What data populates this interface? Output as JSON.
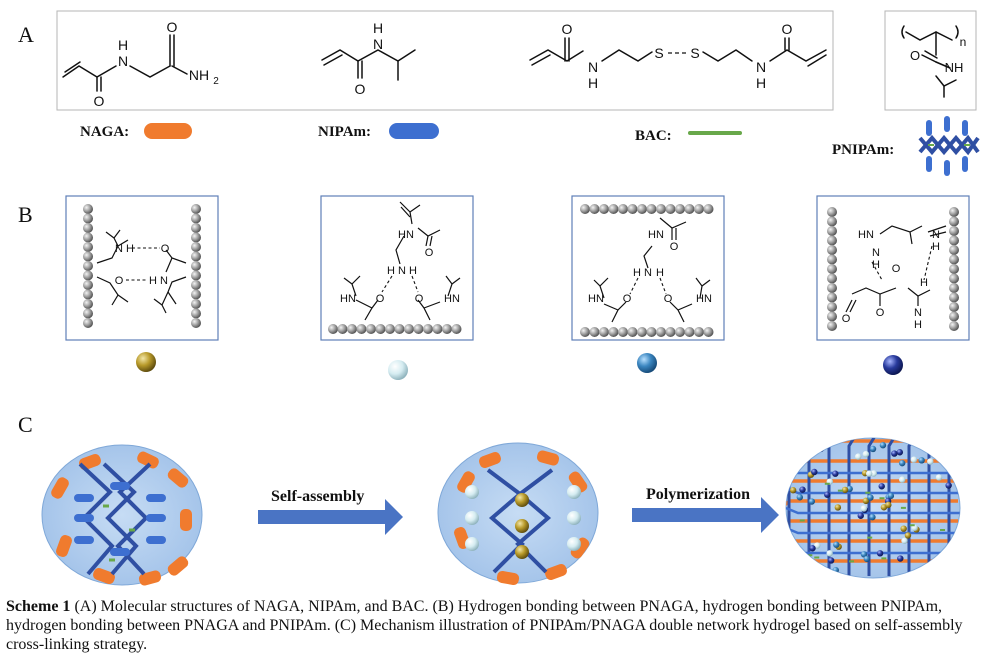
{
  "panels": {
    "a": {
      "letter": "A"
    },
    "b": {
      "letter": "B"
    },
    "c": {
      "letter": "C"
    }
  },
  "molecules": {
    "naga": {
      "nh": "N",
      "h": "H",
      "o1": "O",
      "o2": "O",
      "nh2": "NH",
      "sub2": "2"
    },
    "nipam": {
      "h": "H",
      "n": "N",
      "o": "O"
    },
    "bac": {
      "o1": "O",
      "o2": "O",
      "n1": "N",
      "h1": "H",
      "s1": "S",
      "s2": "S",
      "n2": "N",
      "h2": "H"
    },
    "pnipam": {
      "n": "n",
      "o": "O",
      "nh": "NH"
    }
  },
  "legend": {
    "naga": "NAGA:",
    "nipam": "NIPAm:",
    "bac": "BAC:",
    "pnipam": "PNIPAm:"
  },
  "colors": {
    "naga": "#f07b2e",
    "nipam": "#3d6fd0",
    "bac": "#68a84a",
    "pnipam_chain": "#2f4fa3",
    "gel_fill": "#a9c8ec",
    "gel_edge": "#7fa8d8",
    "arrow": "#4a74c4",
    "panel_border": "#5f7fb8",
    "sphere_olive": "#b89a2a",
    "sphere_pale": "#d5ecf1",
    "sphere_teal": "#3b86c0",
    "sphere_navy": "#283a9c"
  },
  "hbond_atoms": {
    "o": "O",
    "n": "N",
    "h": "H",
    "hn": "HN"
  },
  "arrows": {
    "self_assembly": "Self-assembly",
    "polymerization": "Polymerization"
  },
  "caption": {
    "label": "Scheme 1",
    "text": "(A) Molecular structures of NAGA, NIPAm, and BAC. (B) Hydrogen bonding between PNAGA, hydrogen bonding between PNIPAm, hydrogen bonding between PNAGA and PNIPAm. (C) Mechanism illustration of PNIPAm/PNAGA double network hydrogel based on self-assembly cross-linking strategy."
  }
}
